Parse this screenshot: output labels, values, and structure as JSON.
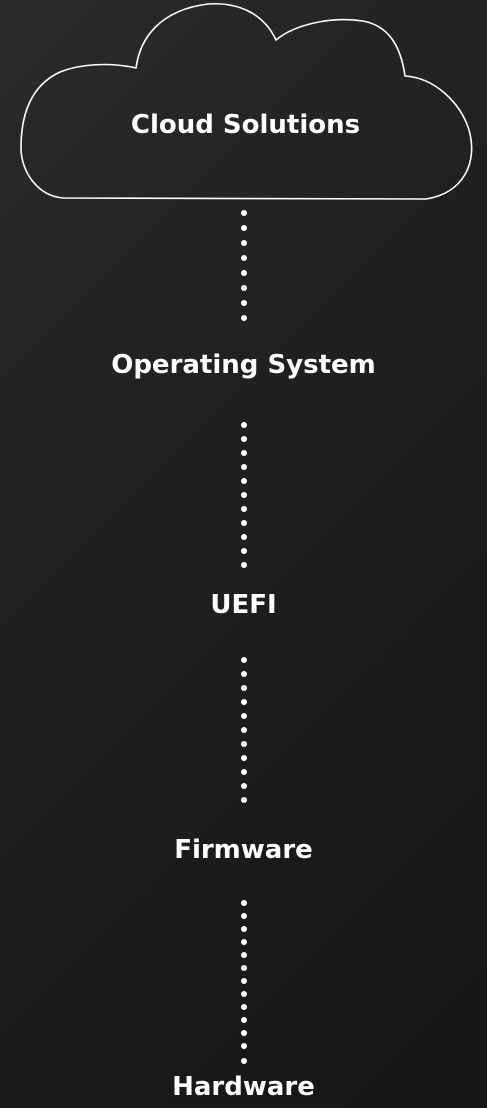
{
  "diagram": {
    "cloud_label": "Cloud Solutions",
    "layers": [
      {
        "label": "Operating System"
      },
      {
        "label": "UEFI"
      },
      {
        "label": "Firmware"
      },
      {
        "label": "Hardware"
      }
    ]
  }
}
